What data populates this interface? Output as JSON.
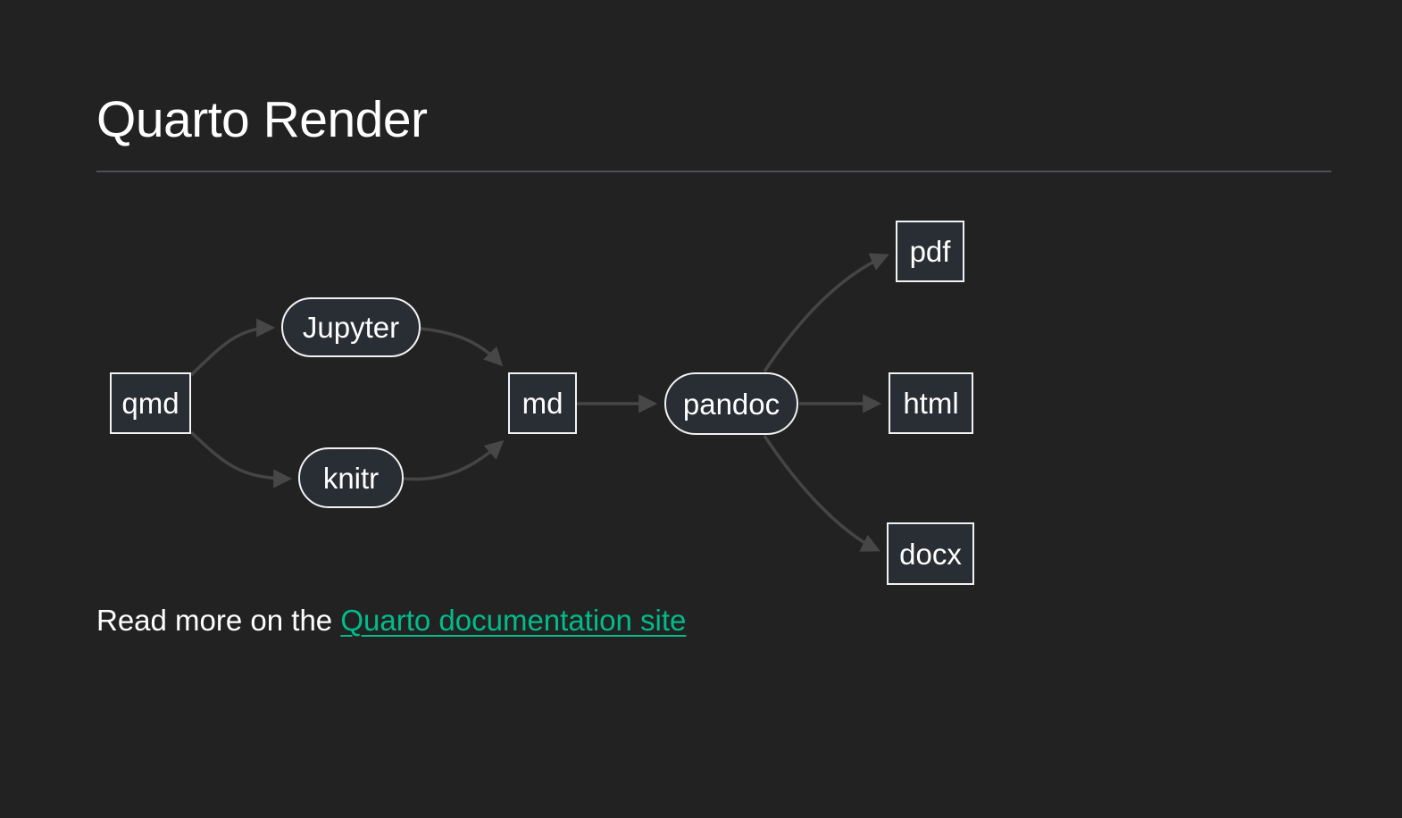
{
  "page": {
    "background_color": "#222222"
  },
  "header": {
    "title": "Quarto Render"
  },
  "diagram": {
    "type": "flowchart",
    "direction": "left-to-right",
    "nodes": [
      {
        "id": "qmd",
        "label": "qmd",
        "shape": "rect"
      },
      {
        "id": "jupyter",
        "label": "Jupyter",
        "shape": "stadium"
      },
      {
        "id": "knitr",
        "label": "knitr",
        "shape": "stadium"
      },
      {
        "id": "md",
        "label": "md",
        "shape": "rect"
      },
      {
        "id": "pandoc",
        "label": "pandoc",
        "shape": "stadium"
      },
      {
        "id": "pdf",
        "label": "pdf",
        "shape": "rect"
      },
      {
        "id": "html",
        "label": "html",
        "shape": "rect"
      },
      {
        "id": "docx",
        "label": "docx",
        "shape": "rect"
      }
    ],
    "edges": [
      {
        "from": "qmd",
        "to": "jupyter"
      },
      {
        "from": "qmd",
        "to": "knitr"
      },
      {
        "from": "jupyter",
        "to": "md"
      },
      {
        "from": "knitr",
        "to": "md"
      },
      {
        "from": "md",
        "to": "pandoc"
      },
      {
        "from": "pandoc",
        "to": "pdf"
      },
      {
        "from": "pandoc",
        "to": "html"
      },
      {
        "from": "pandoc",
        "to": "docx"
      }
    ],
    "colors": {
      "node_fill": "#292d34",
      "node_border": "#f2f2f2",
      "node_text": "#ffffff",
      "edge": "#454545"
    }
  },
  "footer": {
    "text_before_link": "Read more on the ",
    "link_label": "Quarto documentation site",
    "link_color": "#00bc8c"
  }
}
